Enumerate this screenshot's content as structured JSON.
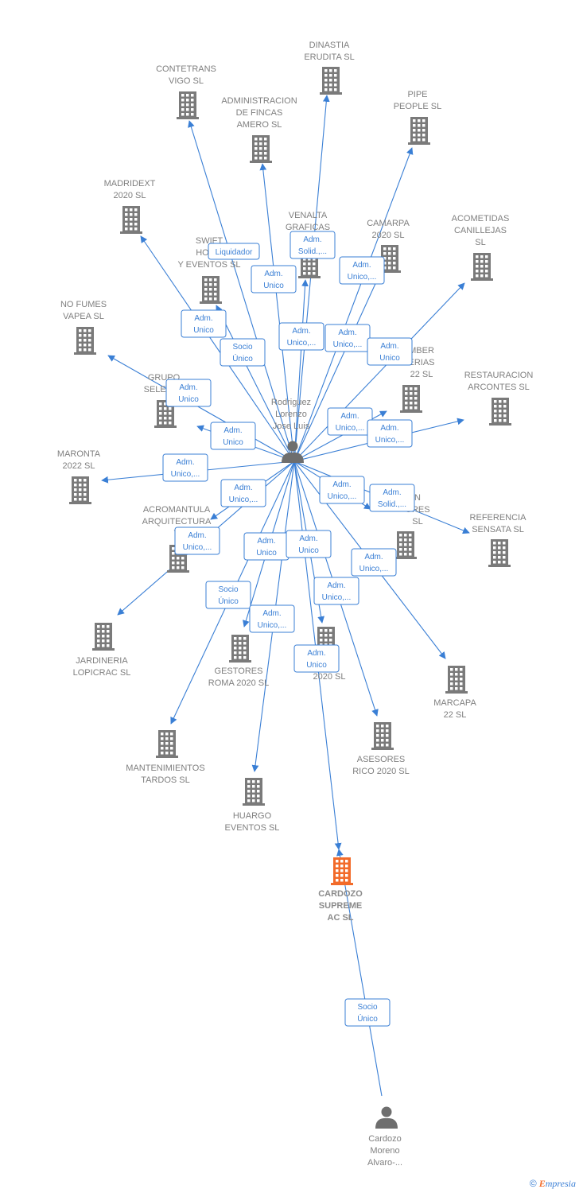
{
  "colors": {
    "edge": "#3a7fd5",
    "building": "#7a7a7a",
    "building_main": "#f26b2a",
    "person": "#6e6e6e"
  },
  "nodes": [
    {
      "id": "rodriguez",
      "type": "person",
      "label": [
        "Rodriguez",
        "Lorenzo",
        "Jose Luis"
      ]
    },
    {
      "id": "cardozo_moreno",
      "type": "person",
      "label": [
        "Cardozo",
        "Moreno",
        "Alvaro-..."
      ]
    },
    {
      "id": "cardozo_supreme",
      "type": "company",
      "main": true,
      "label": [
        "CARDOZO",
        "SUPREME",
        "AC  SL"
      ]
    },
    {
      "id": "dinastia",
      "type": "company",
      "label": [
        "DINASTIA",
        "ERUDITA  SL"
      ]
    },
    {
      "id": "contetrans",
      "type": "company",
      "label": [
        "CONTETRANS",
        "VIGO SL"
      ]
    },
    {
      "id": "administracion",
      "type": "company",
      "label": [
        "ADMINISTRACION",
        "DE FINCAS",
        "AMERO  SL"
      ]
    },
    {
      "id": "pipe",
      "type": "company",
      "label": [
        "PIPE",
        "PEOPLE  SL"
      ]
    },
    {
      "id": "madridext",
      "type": "company",
      "label": [
        "MADRIDEXT",
        "2020  SL"
      ]
    },
    {
      "id": "venalta",
      "type": "company",
      "label": [
        "VENALTA",
        "GRAFICAS"
      ]
    },
    {
      "id": "camarpa",
      "type": "company",
      "label": [
        "CAMARPA",
        "2020  SL"
      ]
    },
    {
      "id": "acometidas",
      "type": "company",
      "label": [
        "ACOMETIDAS",
        "CANILLEJAS",
        "SL"
      ]
    },
    {
      "id": "swift",
      "type": "company",
      "label": [
        "SWIFT",
        "HOSTI",
        "Y EVENTOS  SL"
      ]
    },
    {
      "id": "nofumes",
      "type": "company",
      "label": [
        "NO FUMES",
        "VAPEA  SL"
      ]
    },
    {
      "id": "amber",
      "type": "company",
      "label": [
        "MBER",
        "ERIAS",
        "22  SL"
      ]
    },
    {
      "id": "restauracion",
      "type": "company",
      "label": [
        "RESTAURACION",
        "ARCONTES  SL"
      ]
    },
    {
      "id": "grupo",
      "type": "company",
      "label": [
        "GRUPO",
        "SELECTU"
      ]
    },
    {
      "id": "maronta",
      "type": "company",
      "label": [
        "MARONTA",
        "2022  SL"
      ]
    },
    {
      "id": "acromantula",
      "type": "company",
      "label": [
        "ACROMANTULA",
        "ARQUITECTURA",
        "Y"
      ]
    },
    {
      "id": "asesores_left",
      "type": "company",
      "label": [
        "N",
        "ORES",
        "SL"
      ]
    },
    {
      "id": "referencia",
      "type": "company",
      "label": [
        "REFERENCIA",
        "SENSATA  SL"
      ]
    },
    {
      "id": "jardineria",
      "type": "company",
      "label": [
        "JARDINERIA",
        "LOPICRAC  SL"
      ]
    },
    {
      "id": "gestores",
      "type": "company",
      "label": [
        "GESTORES",
        "ROMA 2020  SL"
      ]
    },
    {
      "id": "center",
      "type": "company",
      "label": [
        "TER",
        "2020  SL"
      ]
    },
    {
      "id": "marcapa",
      "type": "company",
      "label": [
        "MARCAPA",
        "22  SL"
      ]
    },
    {
      "id": "mantenimientos",
      "type": "company",
      "label": [
        "MANTENIMIENTOS",
        "TARDOS  SL"
      ]
    },
    {
      "id": "asesores_rico",
      "type": "company",
      "label": [
        "ASESORES",
        "RICO 2020  SL"
      ]
    },
    {
      "id": "huargo",
      "type": "company",
      "label": [
        "HUARGO",
        "EVENTOS  SL"
      ]
    }
  ],
  "relations": [
    {
      "from": "rodriguez",
      "to": "dinastia",
      "label": [
        "Adm.",
        "Solid.,..."
      ]
    },
    {
      "from": "rodriguez",
      "to": "contetrans",
      "label": [
        "Liquidador"
      ]
    },
    {
      "from": "rodriguez",
      "to": "administracion",
      "label": [
        "Adm.",
        "Unico"
      ]
    },
    {
      "from": "rodriguez",
      "to": "pipe",
      "label": [
        "Adm.",
        "Unico,..."
      ]
    },
    {
      "from": "rodriguez",
      "to": "madridext",
      "label": [
        "Adm.",
        "Unico"
      ]
    },
    {
      "from": "rodriguez",
      "to": "venalta",
      "label": [
        "Adm.",
        "Unico,..."
      ]
    },
    {
      "from": "rodriguez",
      "to": "camarpa",
      "label": [
        "Adm.",
        "Unico,..."
      ]
    },
    {
      "from": "rodriguez",
      "to": "acometidas",
      "label": [
        "Adm.",
        "Unico"
      ]
    },
    {
      "from": "rodriguez",
      "to": "swift",
      "label": [
        "Socio",
        "Único"
      ]
    },
    {
      "from": "rodriguez",
      "to": "nofumes",
      "label": [
        "Adm.",
        "Unico"
      ]
    },
    {
      "from": "rodriguez",
      "to": "amber",
      "label": [
        "Adm.",
        "Unico,..."
      ]
    },
    {
      "from": "rodriguez",
      "to": "restauracion",
      "label": [
        "Adm.",
        "Unico,..."
      ]
    },
    {
      "from": "rodriguez",
      "to": "grupo",
      "label": [
        "Adm.",
        "Unico"
      ]
    },
    {
      "from": "rodriguez",
      "to": "maronta",
      "label": [
        "Adm.",
        "Unico,..."
      ]
    },
    {
      "from": "rodriguez",
      "to": "acromantula",
      "label": [
        "Adm.",
        "Unico,..."
      ]
    },
    {
      "from": "rodriguez",
      "to": "asesores_left",
      "label": [
        "Adm.",
        "Unico,..."
      ]
    },
    {
      "from": "rodriguez",
      "to": "referencia",
      "label": [
        "Adm.",
        "Solid.,..."
      ]
    },
    {
      "from": "rodriguez",
      "to": "jardineria",
      "label": [
        "Adm.",
        "Unico,..."
      ]
    },
    {
      "from": "rodriguez",
      "to": "gestores",
      "label": [
        "Adm.",
        "Unico"
      ]
    },
    {
      "from": "rodriguez",
      "to": "center",
      "label": [
        "Adm.",
        "Unico"
      ]
    },
    {
      "from": "rodriguez",
      "to": "marcapa",
      "label": [
        "Adm.",
        "Unico,..."
      ]
    },
    {
      "from": "rodriguez",
      "to": "mantenimientos",
      "label": [
        "Socio",
        "Único"
      ]
    },
    {
      "from": "rodriguez",
      "to": "asesores_rico",
      "label": [
        "Adm.",
        "Unico,..."
      ]
    },
    {
      "from": "rodriguez",
      "to": "huargo",
      "label": [
        "Adm.",
        "Unico,..."
      ]
    },
    {
      "from": "rodriguez",
      "to": "cardozo_supreme",
      "label": [
        "Adm.",
        "Unico"
      ]
    },
    {
      "from": "cardozo_moreno",
      "to": "cardozo_supreme",
      "label": [
        "Socio",
        "Único"
      ]
    }
  ],
  "footer": {
    "copyright": "©",
    "brand_first": "E",
    "brand_rest": "mpresia"
  }
}
